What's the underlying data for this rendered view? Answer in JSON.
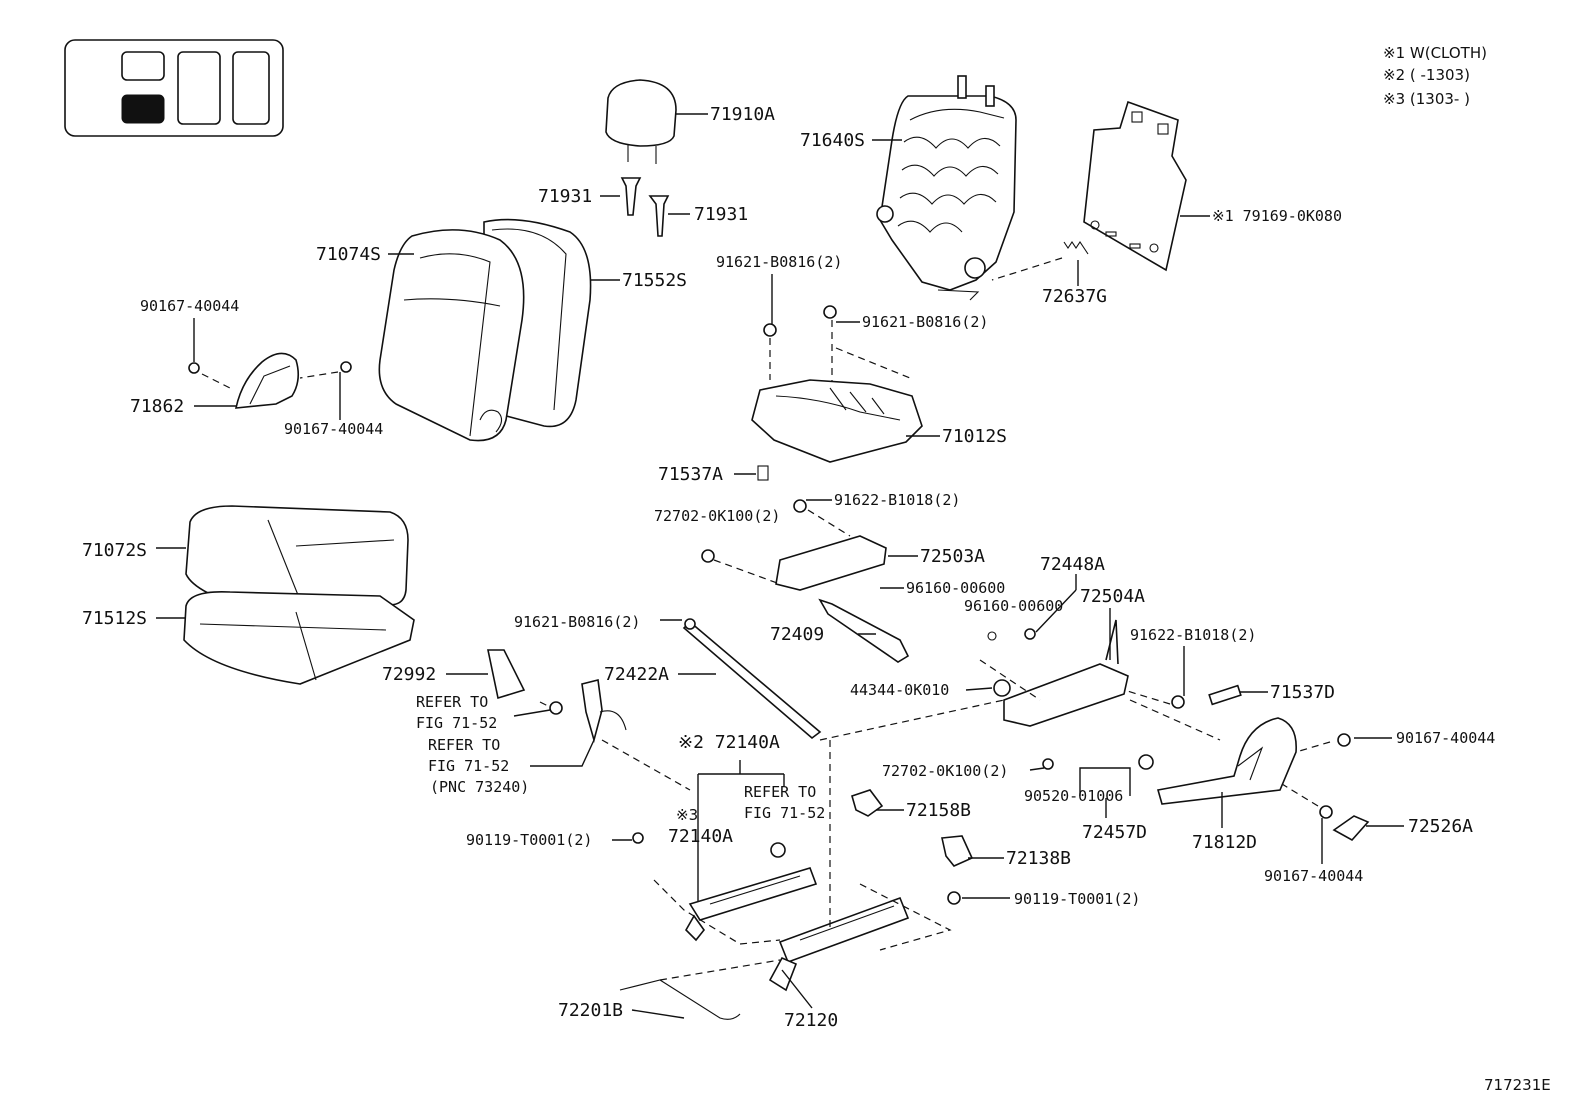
{
  "legend_key": {
    "selected_position": "lower-left"
  },
  "notes": [
    {
      "id": "n1",
      "text": "※1 W(CLOTH)"
    },
    {
      "id": "n2",
      "text": "※2 (      -1303)"
    },
    {
      "id": "n3",
      "text": "※3 (1303-      )"
    }
  ],
  "figure_id": "717231E",
  "labels": {
    "l71910A": "71910A",
    "l71931a": "71931",
    "l71931b": "71931",
    "l71640S": "71640S",
    "l79169": "※1 79169-0K080",
    "l72637G": "72637G",
    "l71074S": "71074S",
    "l71552S": "71552S",
    "l90167a": "90167-40044",
    "l71862": "71862",
    "l90167b": "90167-40044",
    "l91621a": "91621-B0816(2)",
    "l91621b": "91621-B0816(2)",
    "l71012S": "71012S",
    "l71537A": "71537A",
    "l91622a": "91622-B1018(2)",
    "l72702a": "72702-0K100(2)",
    "l72503A": "72503A",
    "l96160a": "96160-00600",
    "l72448A": "72448A",
    "l96160b": "96160-00600",
    "l72504A": "72504A",
    "l71072S": "71072S",
    "l71512S": "71512S",
    "l91621c": "91621-B0816(2)",
    "l72409": "72409",
    "l91622b": "91622-B1018(2)",
    "l72992": "72992",
    "l72422A": "72422A",
    "l44344": "44344-0K010",
    "l71537D": "71537D",
    "lRef1a": "REFER TO",
    "lRef1b": "FIG 71-52",
    "lRef2a": "REFER TO",
    "lRef2b": "FIG 71-52",
    "lRef2c": "(PNC 73240)",
    "l72140A_top": "※2 72140A",
    "lRef3a": "REFER TO",
    "lRef3b": "FIG 71-52",
    "l72702b": "72702-0K100(2)",
    "l90167c": "90167-40044",
    "l72158B": "72158B",
    "l90520": "90520-01006",
    "l72526A": "72526A",
    "l90119a": "90119-T0001(2)",
    "l72140A_bot_mark": "※3",
    "l72140A_bot": "72140A",
    "l72457D": "72457D",
    "l71812D": "71812D",
    "l72138B": "72138B",
    "l90167d": "90167-40044",
    "l90119b": "90119-T0001(2)",
    "l72201B": "72201B",
    "l72120": "72120"
  }
}
